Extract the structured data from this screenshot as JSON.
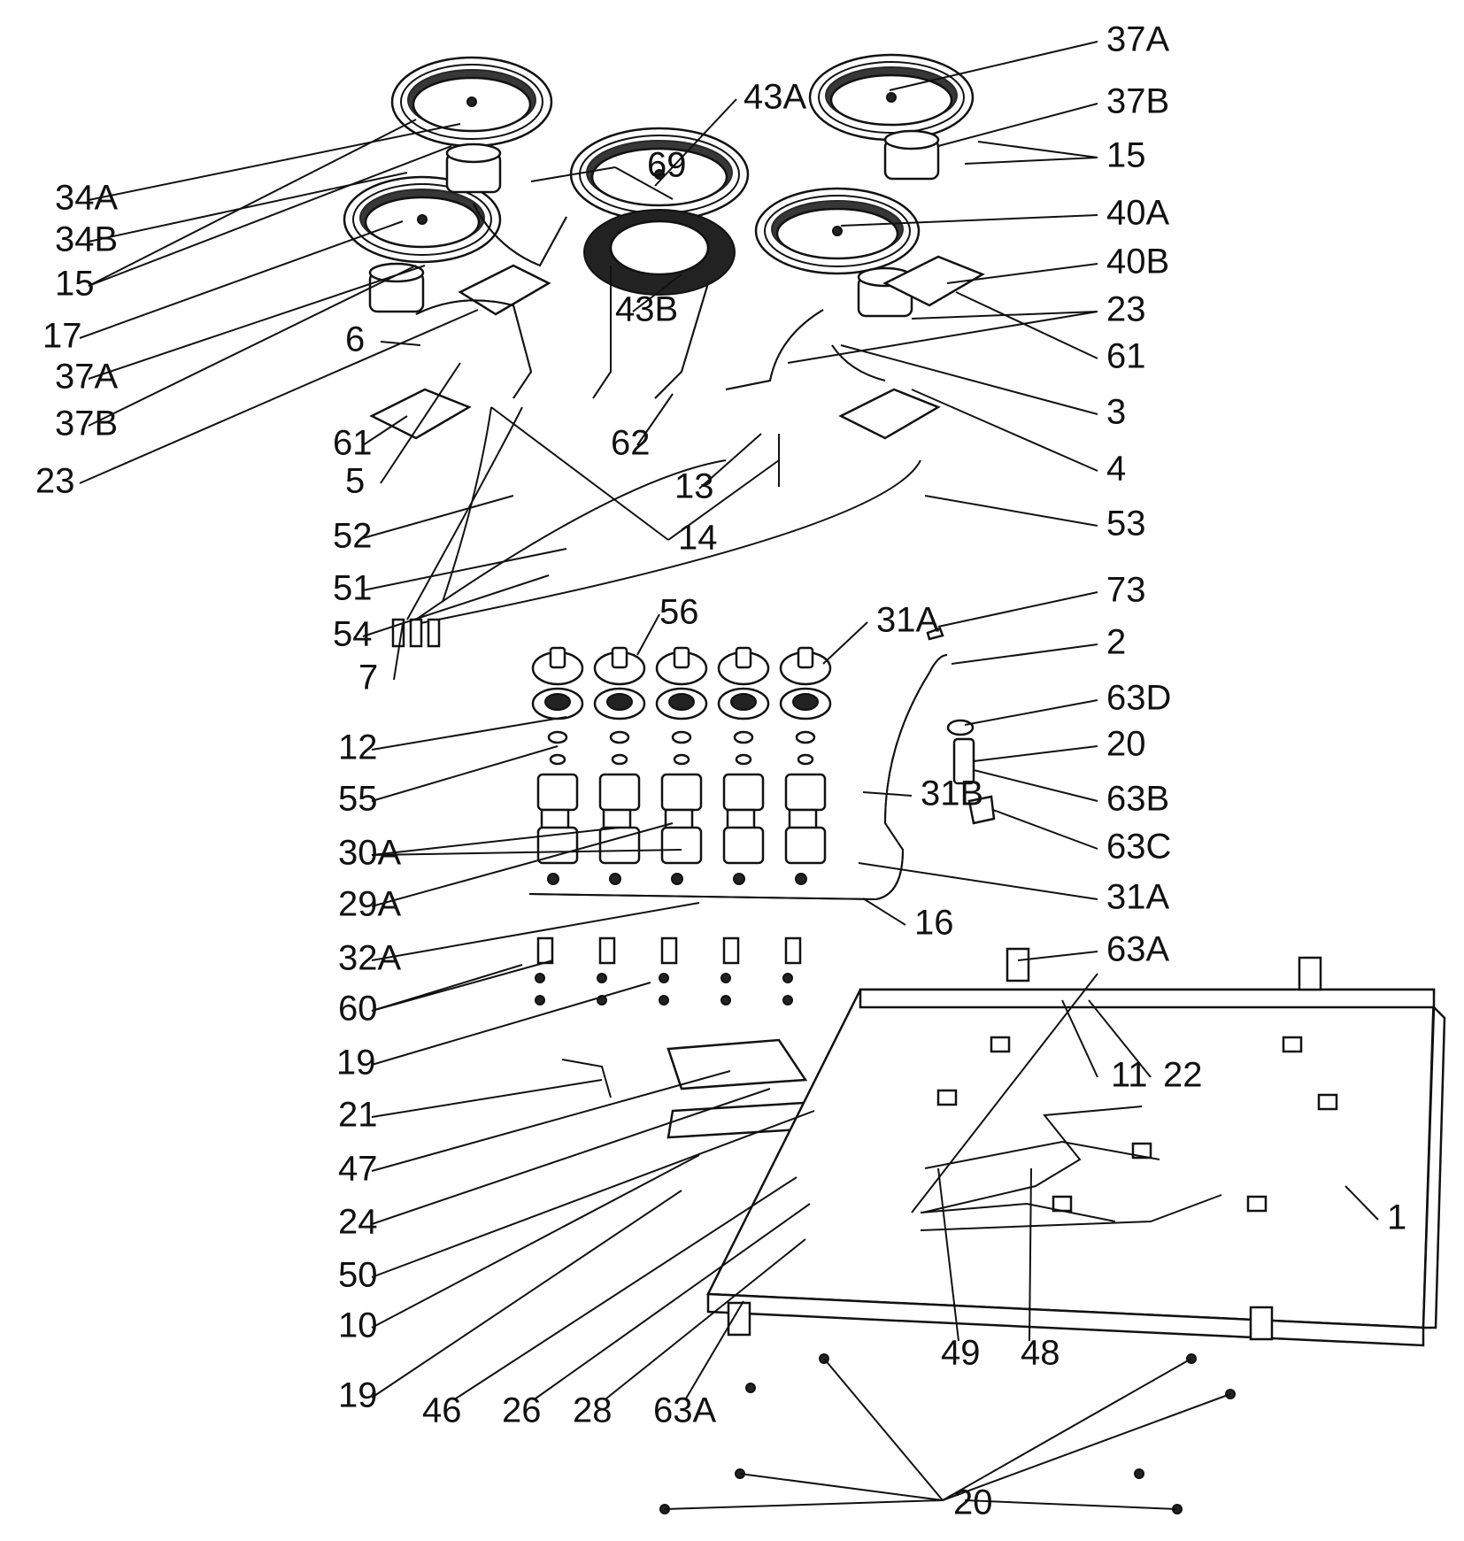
{
  "diagram": {
    "kind": "exploded-parts-view",
    "callouts": [
      "37A",
      "37B",
      "15",
      "40A",
      "40B",
      "23",
      "61",
      "3",
      "4",
      "53",
      "73",
      "2",
      "63D",
      "20",
      "63B",
      "63C",
      "31A",
      "63A",
      "22",
      "11",
      "1",
      "43A",
      "69",
      "43B",
      "62",
      "13",
      "14",
      "56",
      "31A",
      "31B",
      "16",
      "49",
      "48",
      "34A",
      "34B",
      "15",
      "17",
      "37A",
      "37B",
      "6",
      "23",
      "61",
      "5",
      "52",
      "51",
      "54",
      "7",
      "12",
      "55",
      "30A",
      "29A",
      "32A",
      "60",
      "19",
      "21",
      "47",
      "24",
      "50",
      "10",
      "19",
      "46",
      "26",
      "28",
      "63A",
      "20"
    ]
  }
}
